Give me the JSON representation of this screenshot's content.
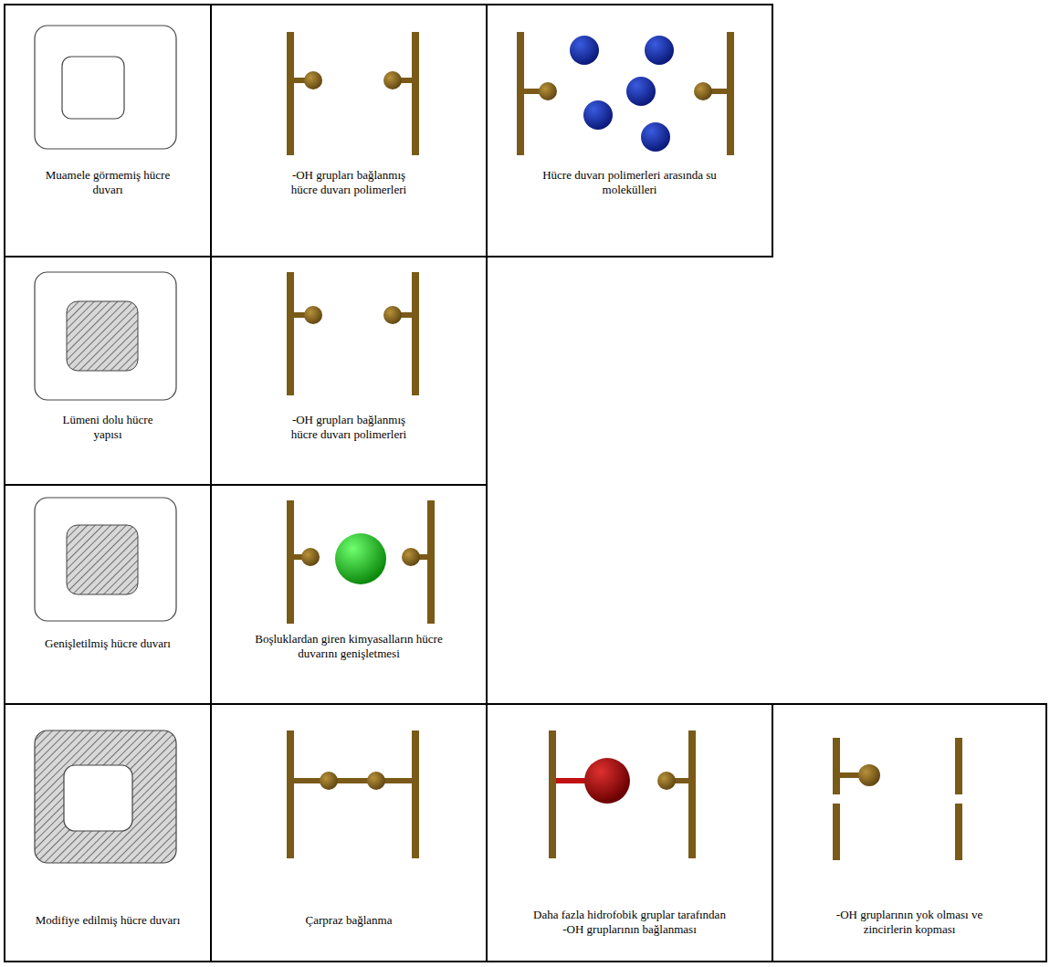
{
  "diagram": {
    "nodes": [
      {
        "text": [
          "Muamele görmemiş hücre duvarı"
        ]
      },
      {
        "text": [
          "-OH grupları bağlanmış hücre duvarı polimerleri"
        ]
      },
      {
        "text": [
          "Hücre duvarı polimerleri arasında su molekülleri"
        ]
      },
      {
        "text": [
          "Lümeni dolu hücre yapısı"
        ]
      },
      {
        "text": [
          "-OH grupları bağlanmış hücre duvarı polimerleri"
        ]
      },
      {
        "text": [
          "Genişletilmiş hücre duvarı"
        ]
      },
      {
        "text": [
          "Boşluklardan giren kimyasalların hücre duvarını genişletmesi"
        ]
      },
      {
        "text": [
          "Modifiye edilmiş hücre duvarı"
        ]
      },
      {
        "text": [
          "Çarpraz bağlanma"
        ]
      },
      {
        "text": [
          "Daha fazla hidrofobik gruplar tarafından -OH gruplarının bağlanması"
        ]
      },
      {
        "text": [
          "-OH gruplarının yok olması ve zincirlerin kopması"
        ]
      }
    ]
  }
}
